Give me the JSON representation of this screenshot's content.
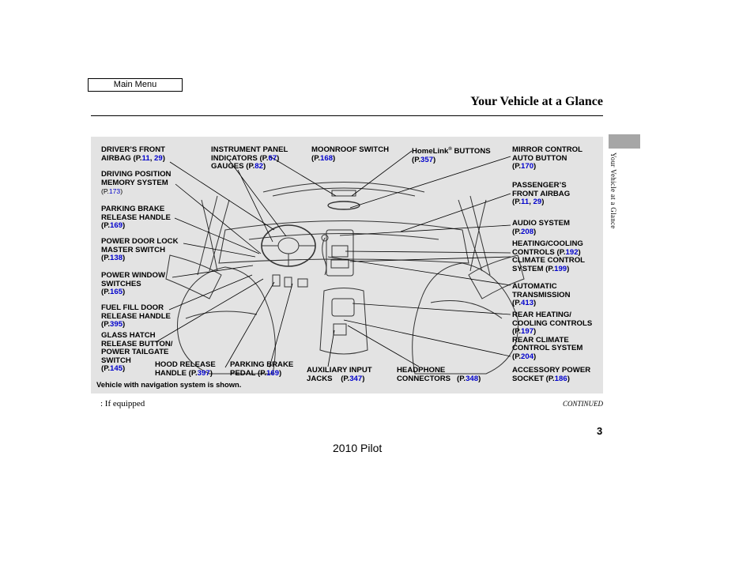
{
  "header": {
    "main_menu_label": "Main Menu",
    "title": "Your Vehicle at a Glance",
    "side_label": "Your Vehicle at a Glance"
  },
  "callouts": {
    "drivers_airbag": {
      "line1": "DRIVER’S FRONT",
      "line2": "AIRBAG (P.",
      "ref1": "11",
      "sep": ", ",
      "ref2": "29",
      "end": ")"
    },
    "driving_memory": {
      "line1": "DRIVING POSITION",
      "line2": "MEMORY SYSTEM",
      "pre": "(P.",
      "ref": "173",
      "end": ")"
    },
    "parking_release": {
      "line1": "PARKING BRAKE",
      "line2": "RELEASE HANDLE",
      "pre": "(P.",
      "ref": "169",
      "end": ")"
    },
    "door_lock": {
      "line1": "POWER DOOR LOCK",
      "line2": "MASTER SWITCH",
      "pre": "(P.",
      "ref": "138",
      "end": ")"
    },
    "power_window": {
      "line1": "POWER WINDOW",
      "line2": "SWITCHES",
      "pre": "(P.",
      "ref": "165",
      "end": ")"
    },
    "fuel_door": {
      "line1": "FUEL FILL DOOR",
      "line2": "RELEASE HANDLE",
      "pre": "(P.",
      "ref": "395",
      "end": ")"
    },
    "glass_hatch": {
      "line1": "GLASS HATCH",
      "line2": "RELEASE BUTTON/",
      "line3": "POWER TAILGATE",
      "line4": "SWITCH",
      "pre": "(P.",
      "ref": "145",
      "end": ")"
    },
    "hood_release": {
      "line1": "HOOD RELEASE",
      "line2": "HANDLE",
      "pre": " (P.",
      "ref": "397",
      "end": ")"
    },
    "parking_pedal": {
      "line1": "PARKING BRAKE",
      "line2": "PEDAL",
      "pre": " (P.",
      "ref": "169",
      "end": ")"
    },
    "instrument": {
      "line1": "INSTRUMENT PANEL",
      "line2": "INDICATORS (P.",
      "ref1": "67",
      "end1": ")",
      "line3": "GAUGES",
      "pre3": " (P.",
      "ref3": "82",
      "end3": ")"
    },
    "moonroof": {
      "line1": "MOONROOF SWITCH",
      "pre": "(P.",
      "ref": "168",
      "end": ")"
    },
    "homelink": {
      "line1": "HomeLink",
      "reg": "®",
      "line1b": " BUTTONS",
      "pre": "(P.",
      "ref": "357",
      "end": ")"
    },
    "mirror": {
      "line1": "MIRROR CONTROL",
      "line2": "AUTO BUTTON",
      "pre": "(P.",
      "ref": "170",
      "end": ")"
    },
    "passenger_airbag": {
      "line1": "PASSENGER’S",
      "line2": "FRONT AIRBAG",
      "pre": "(P.",
      "ref1": "11",
      "sep": ", ",
      "ref2": "29",
      "end": ")"
    },
    "audio": {
      "line1": "AUDIO SYSTEM",
      "pre": "(P.",
      "ref": "208",
      "end": ")"
    },
    "heating": {
      "line1": "HEATING/COOLING",
      "line2": "CONTROLS",
      "pre2": " (P.",
      "ref2": "192",
      "end2": ")",
      "line3": "CLIMATE CONTROL",
      "line4": "SYSTEM",
      "pre4": " (P.",
      "ref4": "199",
      "end4": ")"
    },
    "auto_trans": {
      "line1": "AUTOMATIC",
      "line2": "TRANSMISSION",
      "pre": "(P.",
      "ref": "413",
      "end": ")"
    },
    "rear_heating": {
      "line1": "REAR HEATING/",
      "line2": "COOLING CONTROLS",
      "pre": "(P.",
      "ref": "197",
      "end": ")",
      "line3": "REAR CLIMATE",
      "line4": "CONTROL SYSTEM",
      "pre4": "(P.",
      "ref4": "204",
      "end4": ")"
    },
    "aux_input": {
      "line1": "AUXILIARY INPUT",
      "line2": "JACKS",
      "pre": "    (P.",
      "ref": "347",
      "end": ")"
    },
    "headphone": {
      "line1": "HEADPHONE",
      "line2": "CONNECTORS",
      "pre": "   (P.",
      "ref": "348",
      "end": ")"
    },
    "accessory": {
      "line1": "ACCESSORY POWER",
      "line2": "SOCKET",
      "pre": " (P.",
      "ref": "186",
      "end": ")"
    }
  },
  "caption": "Vehicle with navigation system is shown.",
  "footnote": ":   If equipped",
  "continued": "CONTINUED",
  "page_number": "3",
  "model": "2010 Pilot",
  "colors": {
    "panel": "#e3e3e3",
    "link": "#0000cc",
    "tab": "#a6a6a6"
  }
}
